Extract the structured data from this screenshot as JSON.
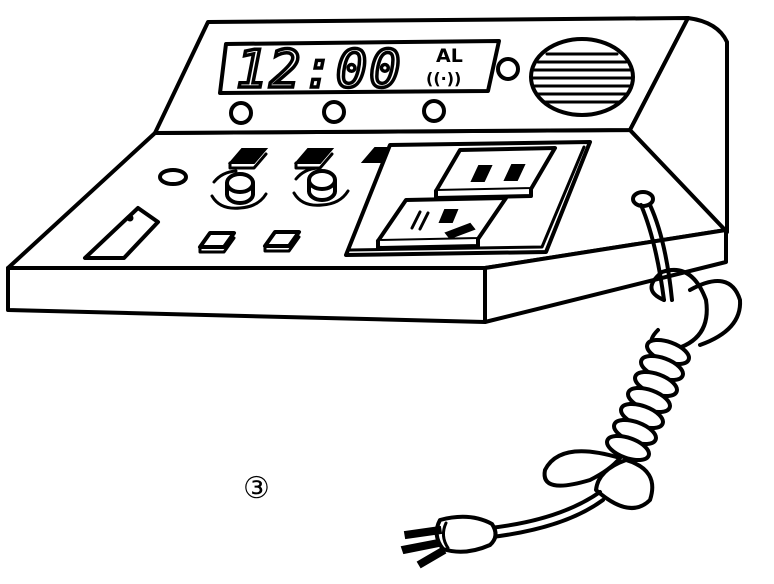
{
  "display": {
    "time": "12:00",
    "alarm_label": "AL",
    "alarm_symbol": "((·))"
  },
  "figure_number": "③"
}
